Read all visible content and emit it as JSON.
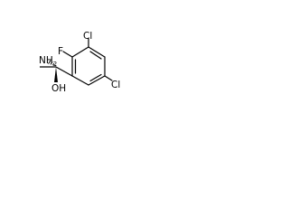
{
  "molecule": {
    "atoms": {
      "nh2": {
        "symbol": "N",
        "subscript_label": "H",
        "subscript": "2",
        "text": "NH2"
      },
      "oh": {
        "text": "OH"
      },
      "f": {
        "text": "F"
      },
      "cl_top": {
        "text": "Cl"
      },
      "cl_right": {
        "text": "Cl"
      }
    },
    "colors": {
      "bond": "#000000",
      "text": "#000000",
      "background": "#ffffff"
    },
    "stereo": {
      "amine_carbon": "hashed-wedge",
      "hydroxyl_carbon": "bold-wedge"
    }
  }
}
